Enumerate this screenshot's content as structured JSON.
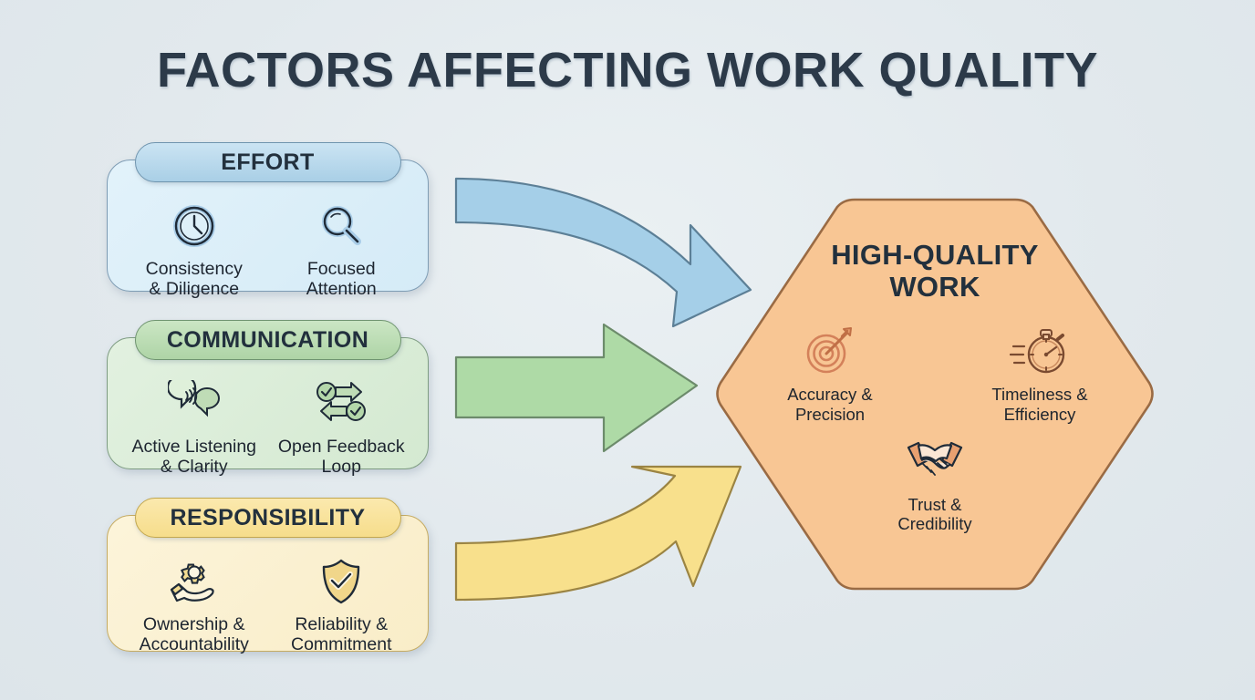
{
  "page": {
    "title": "FACTORS AFFECTING WORK QUALITY",
    "background_color": "#e3eaee",
    "title_color": "#2c3a49"
  },
  "factors": [
    {
      "key": "effort",
      "header": "EFFORT",
      "accent_color": "#a9cfe6",
      "body_color": "#dceff9",
      "border_color": "#7e9cb4",
      "arrow_color": "#a5cfe8",
      "arrow_shape": "curved-down-right",
      "items": [
        {
          "icon": "clock-icon",
          "label": "Consistency\n& Diligence",
          "line1": "Consistency",
          "line2": "& Diligence"
        },
        {
          "icon": "magnifier-icon",
          "label": "Focused\nAttention",
          "line1": "Focused",
          "line2": "Attention"
        }
      ]
    },
    {
      "key": "communication",
      "header": "COMMUNICATION",
      "accent_color": "#aed4a6",
      "body_color": "#dcedd9",
      "border_color": "#7e9c82",
      "arrow_color": "#aedaa6",
      "arrow_shape": "straight-right",
      "items": [
        {
          "icon": "speech-bubbles-icon",
          "label": "Active Listening\n& Clarity",
          "line1": "Active Listening",
          "line2": "& Clarity"
        },
        {
          "icon": "feedback-loop-icon",
          "label": "Open Feedback\nLoop",
          "line1": "Open Feedback",
          "line2": "Loop"
        }
      ]
    },
    {
      "key": "responsibility",
      "header": "RESPONSIBILITY",
      "accent_color": "#f6dd8b",
      "body_color": "#fbf1d2",
      "border_color": "#c5ab62",
      "arrow_color": "#f8e08c",
      "arrow_shape": "curved-up-right",
      "items": [
        {
          "icon": "gear-in-hand-icon",
          "label": "Ownership &\nAccountability",
          "line1": "Ownership &",
          "line2": "Accountability"
        },
        {
          "icon": "shield-check-icon",
          "label": "Reliability &\nCommitment",
          "line1": "Reliability &",
          "line2": "Commitment"
        }
      ]
    }
  ],
  "outcome": {
    "shape": "hexagon",
    "title_line1": "HIGH-QUALITY",
    "title_line2": "WORK",
    "fill_color": "#f8c694",
    "border_color": "#9a6b44",
    "items": [
      {
        "icon": "target-arrow-icon",
        "line1": "Accuracy &",
        "line2": "Precision"
      },
      {
        "icon": "stopwatch-icon",
        "line1": "Timeliness &",
        "line2": "Efficiency"
      },
      {
        "icon": "handshake-icon",
        "line1": "Trust &",
        "line2": "Credibility"
      }
    ]
  }
}
